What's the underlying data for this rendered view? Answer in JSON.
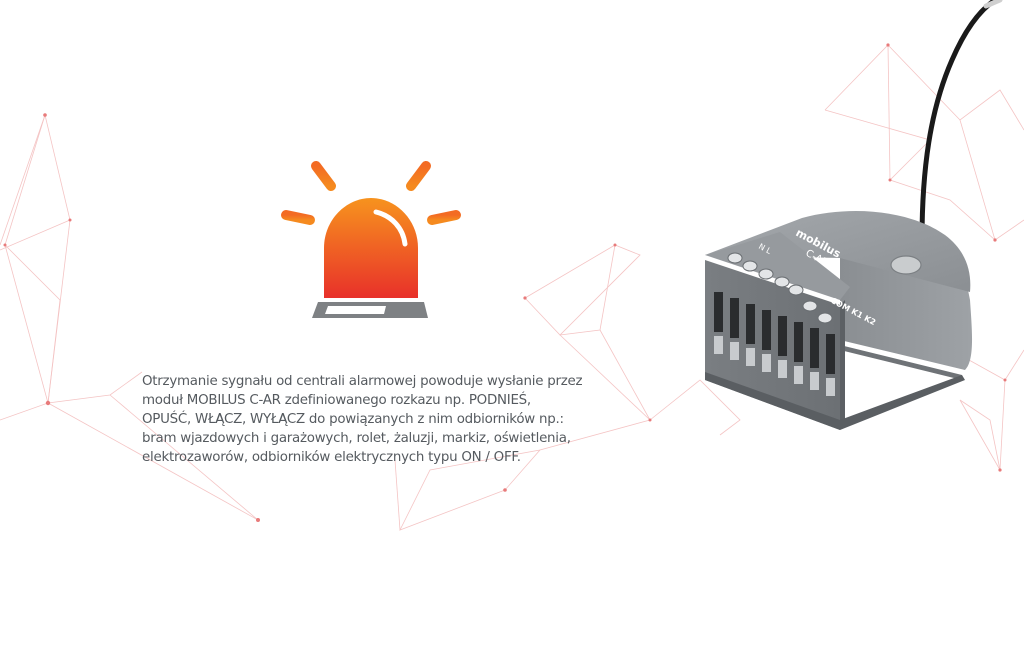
{
  "description": {
    "lines": [
      "Otrzymanie sygnału od centrali alarmowej powoduje wysłanie przez",
      "moduł MOBILUS C-AR zdefiniowanego rozkazu np. PODNIEŚ,",
      "OPUŚĆ, WŁĄCZ, WYŁĄCZ  do powiązanych z nim odbiorników np.:",
      "bram wjazdowych i garażowych, rolet, żaluzji, markiz, oświetlenia,",
      "elektrozaworów, odbiorników elektrycznych typu ON / OFF."
    ]
  },
  "device": {
    "brand": "mobilus",
    "model": "C-AR",
    "terminal_labels_top": "N  L",
    "terminal_labels_side": "COM K1 K2"
  },
  "icons": {
    "alarm": "alarm-beacon-icon",
    "device": "mobilus-module-image"
  },
  "colors": {
    "beacon_top": "#f7931e",
    "beacon_bottom": "#e8312a",
    "text": "#555a5f",
    "network_lines": "#f2b3b3",
    "device_body": "#8e9296"
  }
}
